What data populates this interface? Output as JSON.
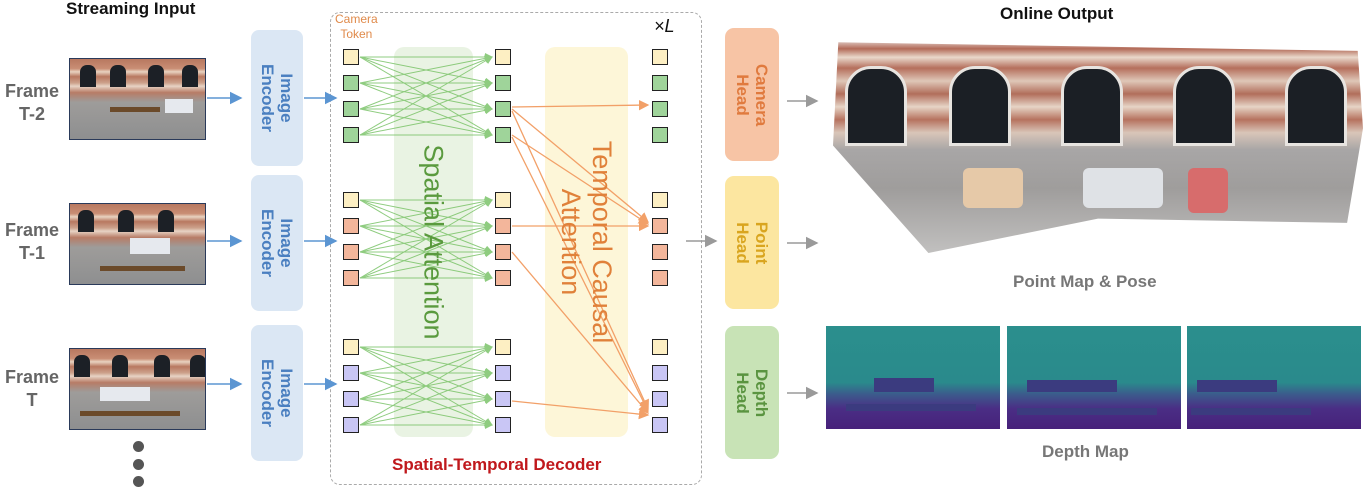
{
  "headers": {
    "streaming_input": "Streaming Input",
    "online_output": "Online Output"
  },
  "frames": [
    {
      "label": "Frame\nT-2"
    },
    {
      "label": "Frame\nT-1"
    },
    {
      "label": "Frame\nT"
    }
  ],
  "encoder_label": "Image\nEncoder",
  "decoder": {
    "camera_token": "Camera\nToken",
    "spatial_attention": "Spatial Attention",
    "temporal_attention": "Temporal Causal\nAttention",
    "repeat": "×L",
    "title": "Spatial-Temporal Decoder"
  },
  "heads": [
    {
      "label": "Camera\nHead",
      "bg": "#f7c4a5",
      "fg": "#e07a3e"
    },
    {
      "label": "Point\nHead",
      "bg": "#fce6a0",
      "fg": "#d9a51f"
    },
    {
      "label": "Depth\nHead",
      "bg": "#c8e3b6",
      "fg": "#5a9440"
    }
  ],
  "outputs": {
    "point_map": "Point Map & Pose",
    "depth_map": "Depth Map"
  },
  "colors": {
    "camera_token": "#fdefc3",
    "frame1_token": "#9fd49a",
    "frame2_token": "#f3b69b",
    "frame3_token": "#c9c6f5",
    "spatial_arrow": "#7cc46a",
    "temporal_arrow": "#f2a068",
    "flow_arrow": "#5b95d2",
    "out_arrow": "#9a9a9a",
    "decoder_title": "#c0181c",
    "spatial_band": "#e9f3e3",
    "temporal_band": "#fdf6d8"
  }
}
